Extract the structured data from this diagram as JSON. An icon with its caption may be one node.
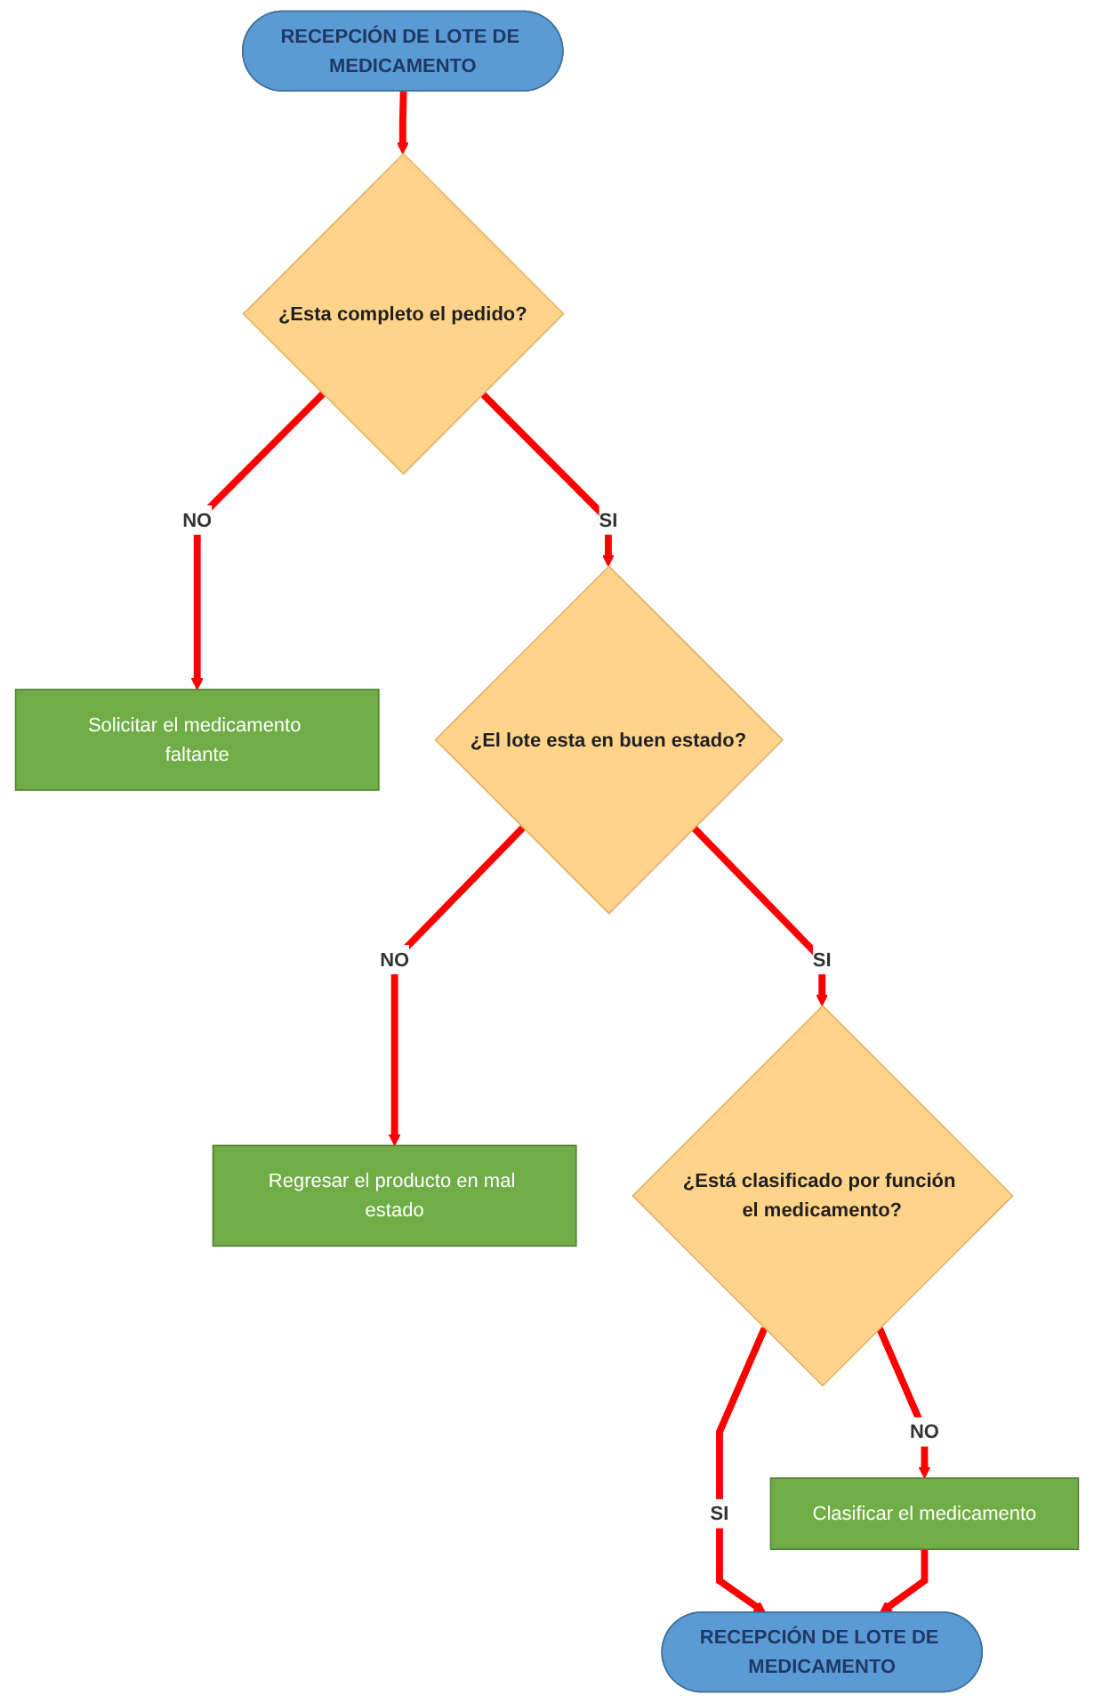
{
  "diagram": {
    "nodes": [
      {
        "text": [
          "RECEPCIÓN DE LOTE DE MEDICAMENTO"
        ]
      },
      {
        "text": [
          "¿Esta completo el pedido?"
        ]
      },
      {
        "text": [
          "Solicitar el medicamento faltante"
        ]
      },
      {
        "text": [
          "¿El lote esta en buen estado?"
        ]
      },
      {
        "text": [
          "Regresar el producto en mal estado"
        ]
      },
      {
        "text": [
          "¿Está clasificado por función el medicamento?"
        ]
      },
      {
        "text": [
          "Clasificar el medicamento"
        ]
      },
      {
        "text": [
          "RECEPCIÓN DE LOTE DE MEDICAMENTO"
        ]
      }
    ],
    "edges": [
      {
        "from": 0,
        "to": 1,
        "arrow": "to"
      },
      {
        "from": 1,
        "to": 2,
        "arrow": "to",
        "label": "NO"
      },
      {
        "from": 1,
        "to": 3,
        "arrow": "to",
        "label": "SI"
      },
      {
        "from": 3,
        "to": 4,
        "arrow": "to",
        "label": "NO"
      },
      {
        "from": 3,
        "to": 5,
        "arrow": "to",
        "label": "SI"
      },
      {
        "from": 5,
        "to": 6,
        "arrow": "to",
        "label": "NO"
      },
      {
        "from": 5,
        "to": 7,
        "arrow": "to",
        "label": "SI"
      },
      {
        "from": 6,
        "to": 7,
        "arrow": "to"
      }
    ]
  }
}
